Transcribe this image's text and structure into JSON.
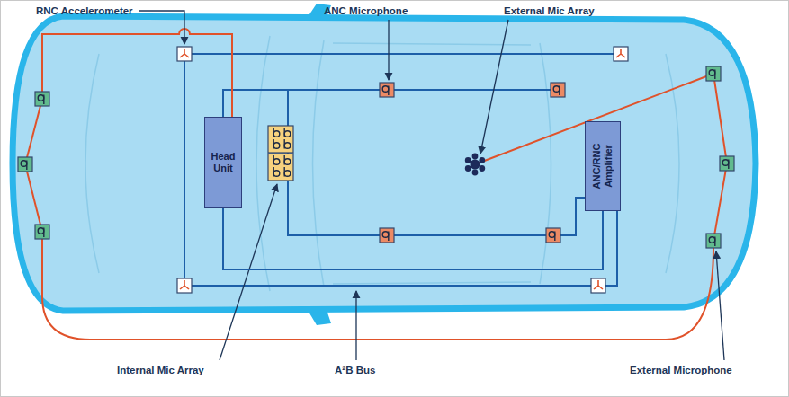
{
  "diagram": {
    "nodes": [
      {
        "text": [
          "Head Unit"
        ]
      },
      {
        "text": [
          "ANC/RNC Amplifier"
        ]
      }
    ],
    "edges": [
      {
        "from": 0,
        "to": 1,
        "arrow": "none"
      }
    ],
    "labels": [
      "RNC Accelerometer",
      "ANC Microphone",
      "External Mic Array",
      "Internal Mic Array",
      "A²B Bus",
      "External Microphone"
    ]
  }
}
